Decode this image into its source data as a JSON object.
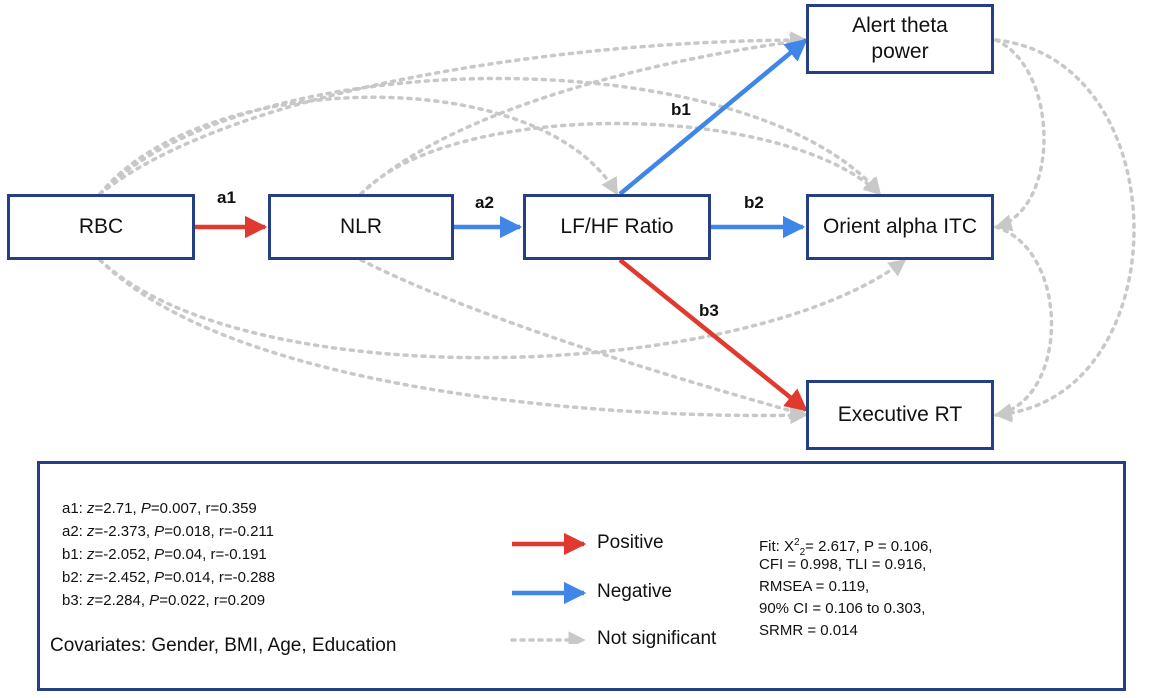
{
  "nodes": {
    "rbc": "RBC",
    "nlr": "NLR",
    "lfhf": "LF/HF Ratio",
    "alert": "Alert theta power",
    "orient": "Orient alpha ITC",
    "exec": "Executive RT"
  },
  "paths": {
    "a1": "a1",
    "a2": "a2",
    "b1": "b1",
    "b2": "b2",
    "b3": "b3"
  },
  "colors": {
    "positive": "#e03a2f",
    "negative": "#3f86e8",
    "not_significant": "#c8c8c8",
    "box_border": "#243f82"
  },
  "stats": [
    {
      "name": "a1:",
      "z": "=2.71,",
      "p": "=0.007,",
      "r": "r=0.359"
    },
    {
      "name": "a2:",
      "z": "=-2.373,",
      "p": "=0.018,",
      "r": "r=-0.211"
    },
    {
      "name": "b1:",
      "z": "=-2.052,",
      "p": "=0.04,",
      "r": "r=-0.191"
    },
    {
      "name": "b2:",
      "z": "=-2.452,",
      "p": "=0.014,",
      "r": "r=-0.288"
    },
    {
      "name": "b3:",
      "z": "=2.284,",
      "p": "=0.022,",
      "r": "r=0.209"
    }
  ],
  "stat_symbols": {
    "z": "z",
    "p": "P"
  },
  "covariates": "Covariates: Gender, BMI, Age, Education",
  "key": {
    "positive": "Positive",
    "negative": "Negative",
    "not_significant": "Not significant"
  },
  "fit": {
    "line1_prefix": "Fit: X",
    "line1_sup": "2",
    "line1_sub": "2",
    "line1_suffix": "= 2.617, P = 0.106,",
    "line2": "CFI = 0.998, TLI = 0.916,",
    "line3": "RMSEA = 0.119,",
    "line4": "90% CI = 0.106 to 0.303,",
    "line5": "SRMR = 0.014"
  }
}
